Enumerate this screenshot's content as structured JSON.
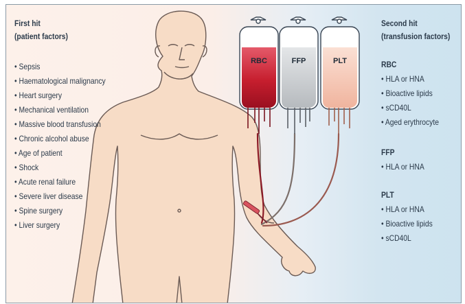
{
  "first_hit": {
    "title_line1": "First hit",
    "title_line2": "(patient factors)",
    "items": [
      "Sepsis",
      "Haematological malignancy",
      "Heart surgery",
      "Mechanical ventilation",
      "Massive blood transfusion",
      "Chronic alcohol abuse",
      "Age of patient",
      "Shock",
      "Acute renal failure",
      "Severe liver disease",
      "Spine surgery",
      "Liver surgery"
    ]
  },
  "second_hit": {
    "title_line1": "Second hit",
    "title_line2": "(transfusion factors)",
    "groups": [
      {
        "name": "RBC",
        "items": [
          "HLA or HNA",
          "Bioactive lipids",
          "sCD40L",
          "Aged erythrocyte"
        ]
      },
      {
        "name": "FFP",
        "items": [
          "HLA or HNA"
        ]
      },
      {
        "name": "PLT",
        "items": [
          "HLA or HNA",
          "Bioactive lipids",
          "sCD40L"
        ]
      }
    ]
  },
  "bags": [
    {
      "label": "RBC",
      "color": "#c61e2e"
    },
    {
      "label": "FFP",
      "color": "#c9cccf"
    },
    {
      "label": "PLT",
      "color": "#f6c8b8"
    }
  ],
  "colors": {
    "skin": "#f7dcc6",
    "skin_outline": "#6a5a54",
    "text": "#2b3a4a"
  }
}
